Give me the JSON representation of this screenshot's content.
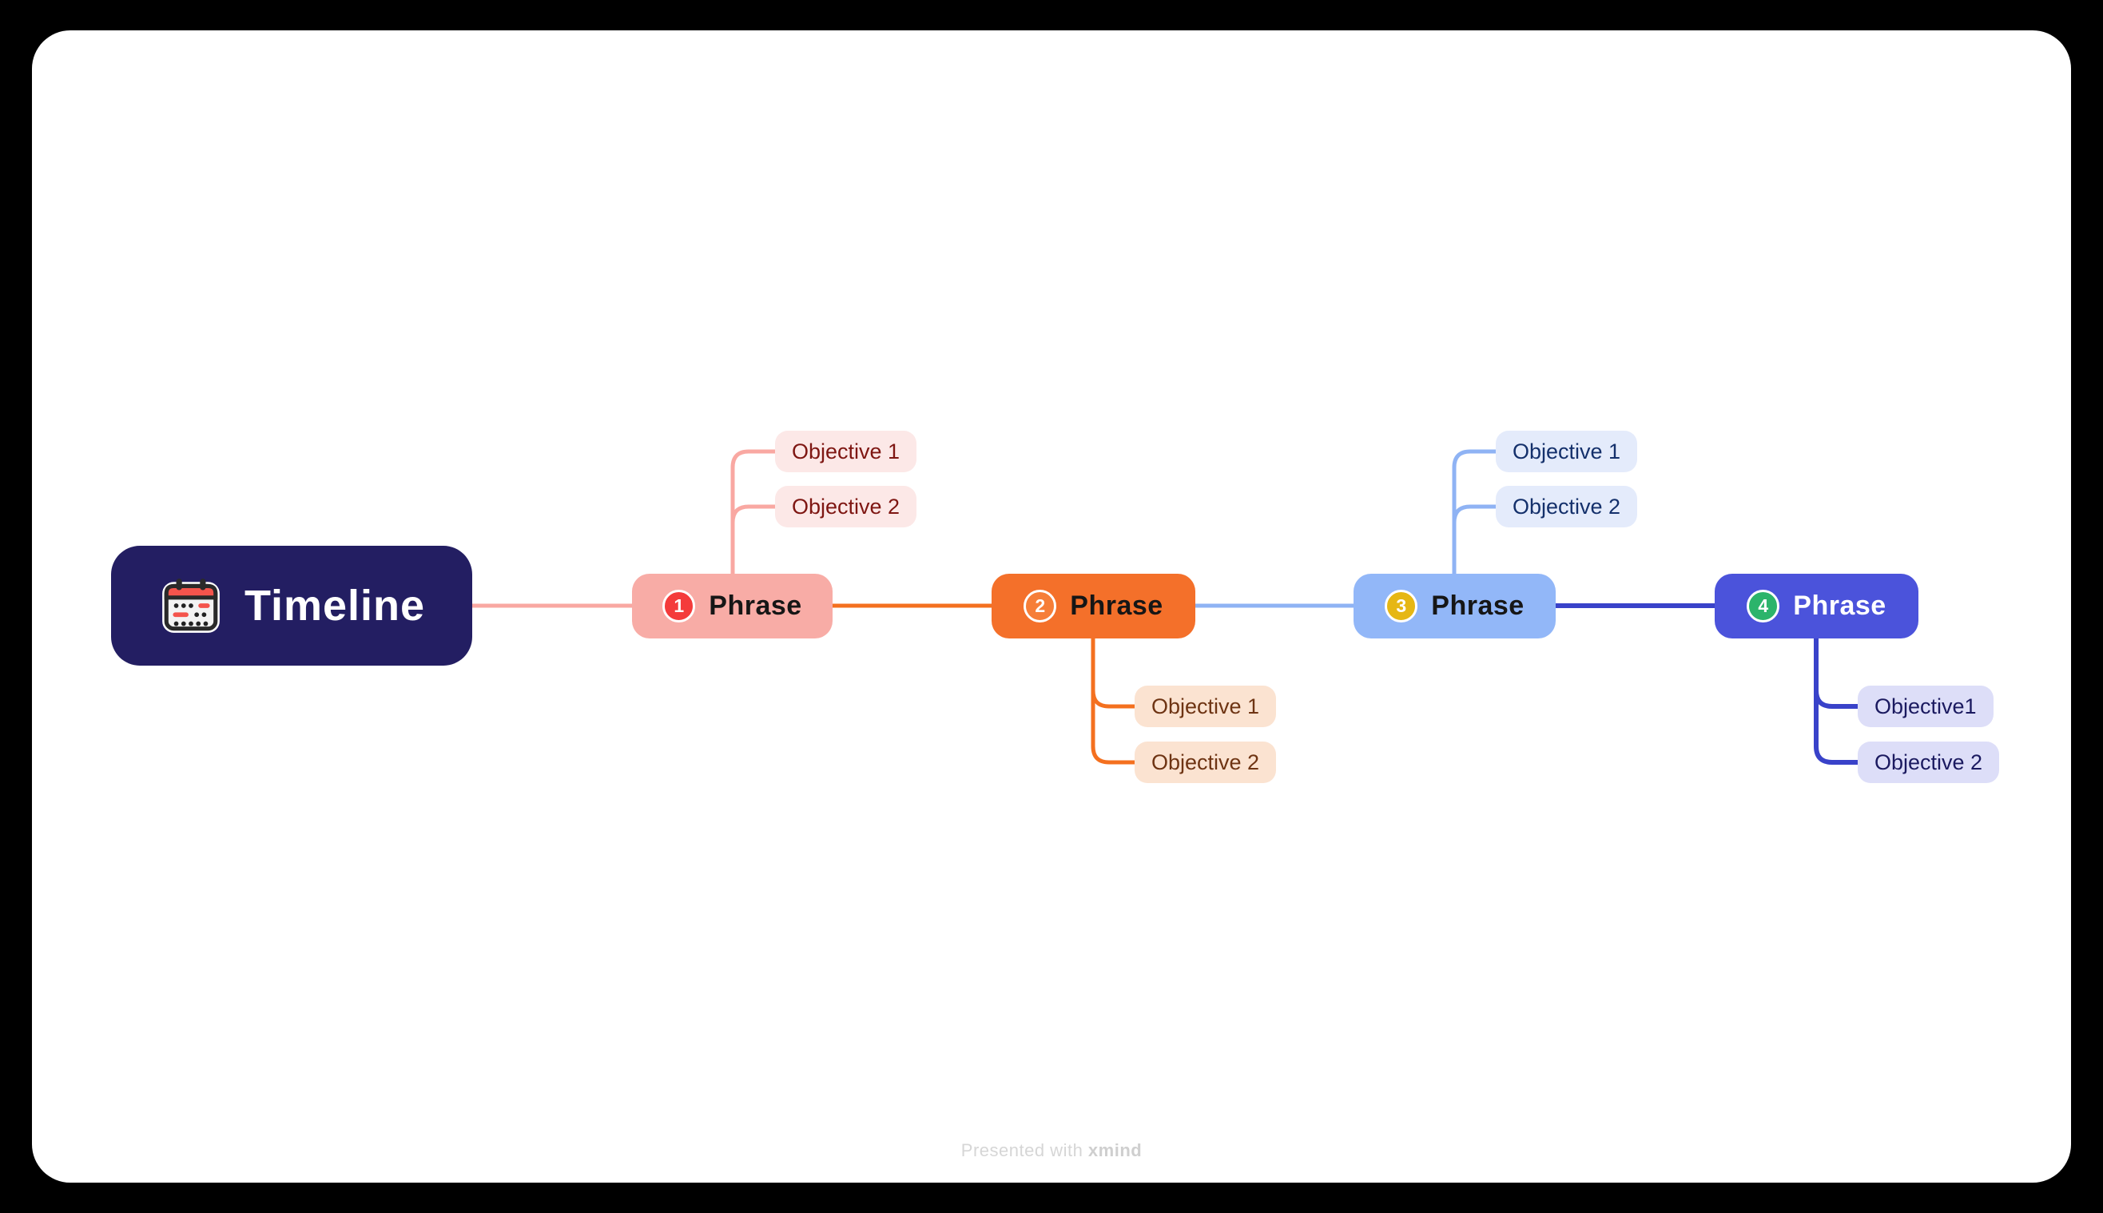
{
  "page": {
    "background": "#000000",
    "surface_color": "#ffffff"
  },
  "root": {
    "label": "Timeline",
    "bg": "#231E62",
    "text_color": "#FFFFFF",
    "icon": "calendar-icon",
    "icon_colors": {
      "header": "#F4544C",
      "body": "#F3F3F3",
      "outline": "#2A2A2A"
    }
  },
  "phases": [
    {
      "badge": "1",
      "label": "Phrase",
      "node_bg": "#F8ACA6",
      "node_text": "#161616",
      "badge_bg": "#F43B3B",
      "badge_text": "#FFFFFF",
      "branch_color": "#F9A8A2",
      "objectives_position": "above",
      "objective_bg": "#FCE8E7",
      "objective_text": "#7E1612",
      "objectives": [
        {
          "label": "Objective 1"
        },
        {
          "label": "Objective 2"
        }
      ]
    },
    {
      "badge": "2",
      "label": "Phrase",
      "node_bg": "#F4702A",
      "node_text": "#161616",
      "badge_bg": "#F67E38",
      "badge_text": "#FFFFFF",
      "branch_color": "#F4701F",
      "objectives_position": "below",
      "objective_bg": "#FBE3D1",
      "objective_text": "#6E3413",
      "objectives": [
        {
          "label": "Objective 1"
        },
        {
          "label": "Objective 2"
        }
      ]
    },
    {
      "badge": "3",
      "label": "Phrase",
      "node_bg": "#92B7F8",
      "node_text": "#161616",
      "badge_bg": "#E6B714",
      "badge_text": "#FFFFFF",
      "branch_color": "#8FB3F4",
      "objectives_position": "above",
      "objective_bg": "#E4EBFB",
      "objective_text": "#14306B",
      "objectives": [
        {
          "label": "Objective 1"
        },
        {
          "label": "Objective 2"
        }
      ]
    },
    {
      "badge": "4",
      "label": "Phrase",
      "node_bg": "#4B53DB",
      "node_text": "#FFFFFF",
      "badge_bg": "#2CB46B",
      "badge_text": "#FFFFFF",
      "branch_color": "#3942C9",
      "objectives_position": "below",
      "objective_bg": "#DDDEF8",
      "objective_text": "#1B1A60",
      "objectives": [
        {
          "label": "Objective1"
        },
        {
          "label": "Objective 2"
        }
      ]
    }
  ],
  "footer": {
    "prefix": "Presented with ",
    "brand": "xmind"
  }
}
